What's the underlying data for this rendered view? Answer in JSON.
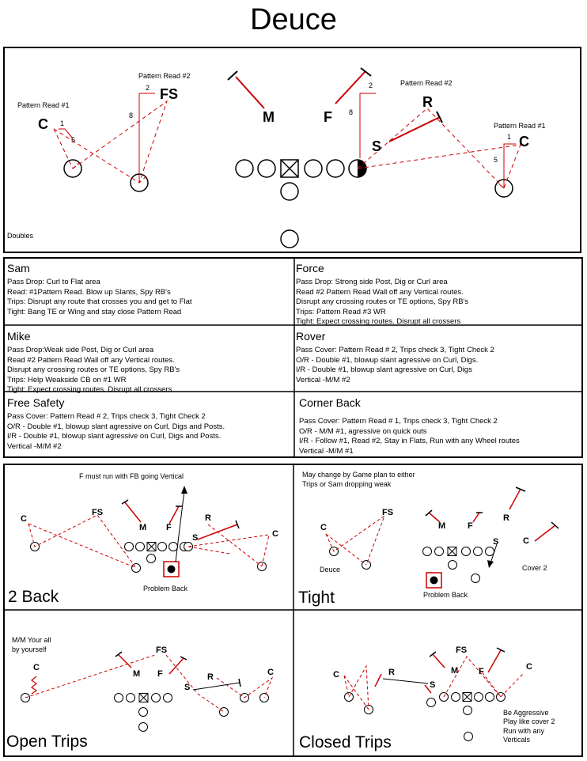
{
  "title": "Deuce",
  "diagram": {
    "doubles_label": "Doubles",
    "pattern_read_1": "Pattern Read #1",
    "pattern_read_2": "Pattern Read #2",
    "players": {
      "c": "C",
      "fs": "FS",
      "m": "M",
      "f": "F",
      "r": "R",
      "s": "S"
    },
    "route_numbers": {
      "n1": "1",
      "n2": "2",
      "n5": "5",
      "n8": "8"
    }
  },
  "assignments": [
    {
      "title": "Sam",
      "lines": [
        "Pass Drop: Curl to Flat area",
        "Read: #1Pattern Read. Blow up Slants, Spy RB's",
        "Trips: Disrupt any route that crosses you and get to Flat",
        "Tight: Bang TE or Wing and stay close Pattern Read"
      ]
    },
    {
      "title": "Force",
      "lines": [
        "Pass Drop: Strong side Post, Dig or Curl area",
        "Read #2 Pattern Read Wall off any Vertical routes.",
        "Disrupt any crossing routes or TE options, Spy RB's",
        "Trips: Pattern Read  #3 WR",
        "Tight: Expect crossing routes.  Disrupt all crossers"
      ]
    },
    {
      "title": "Mike",
      "lines": [
        "Pass Drop:Weak side Post, Dig or Curl area",
        "Read #2 Pattern Read Wall off any Vertical routes.",
        "Disrupt any crossing routes or TE options, Spy RB's",
        "Trips: Help Weakside CB on #1 WR",
        "Tight: Expect crossing routes.  Disrupt all crossers"
      ]
    },
    {
      "title": "Rover",
      "lines": [
        "Pass Cover: Pattern Read # 2, Trips check 3, Tight Check 2",
        "O/R - Double #1, blowup slant agressive on Curl, Digs.",
        "I/R - Double #1, blowup slant agressive on Curl, Digs",
        "Vertical -M/M #2"
      ]
    },
    {
      "title": "Free Safety",
      "lines": [
        "Pass Cover: Pattern Read # 2, Trips check 3, Tight Check 2",
        "O/R - Double #1, blowup slant agressive on Curl, Digs and Posts.",
        "I/R - Double #1, blowup slant agressive on Curl, Digs and Posts.",
        "Vertical -M/M #2"
      ]
    },
    {
      "title": "Corner Back",
      "lines": [
        "Pass Cover: Pattern Read # 1, Trips check 3, Tight Check 2",
        "O/R - M/M #1, agressive on quick outs",
        "I/R - Follow #1, Read #2,  Stay in Flats, Run with any Wheel routes",
        "Vertical -M/M #1"
      ]
    }
  ],
  "formations": {
    "two_back": {
      "label": "2 Back",
      "note": "F must run with FB going Vertical",
      "problem": "Problem Back"
    },
    "tight": {
      "label": "Tight",
      "note_1": "May change by Game plan to either",
      "note_2": "Trips or Sam dropping weak",
      "deuce": "Deuce",
      "cover": "Cover 2",
      "problem": "Problem Back"
    },
    "open_trips": {
      "label": "Open Trips",
      "note_1": "M/M Your all",
      "note_2": "by yourself"
    },
    "closed_trips": {
      "label": "Closed Trips",
      "note_1": "Be Aggressive",
      "note_2": "Play like cover 2",
      "note_3": "Run with any",
      "note_4": "Verticals"
    }
  },
  "colors": {
    "route": "#cc0000",
    "line": "#000000"
  }
}
